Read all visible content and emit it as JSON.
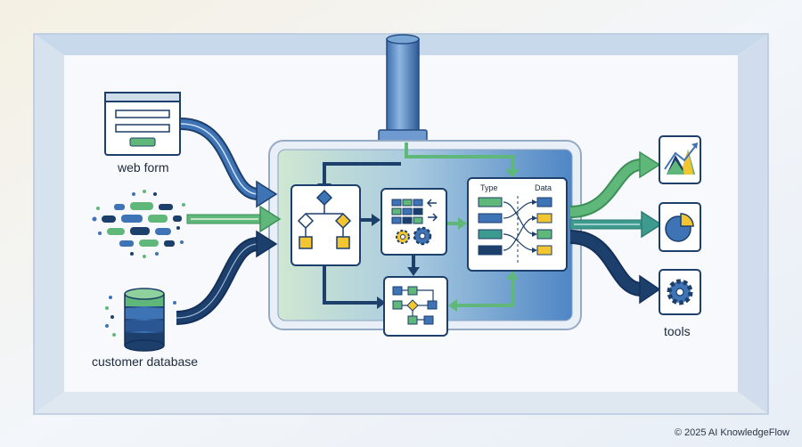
{
  "labels": {
    "web_form": "web form",
    "customer_database": "customer database",
    "tools": "tools",
    "type_header": "Type",
    "data_header": "Data"
  },
  "footer": {
    "copyright": "© 2025 AI KnowledgeFlow"
  },
  "colors": {
    "navy": "#1d3f6b",
    "blue": "#3e73b5",
    "green": "#5fb879",
    "teal": "#3d9a8e",
    "yellow": "#f2c531",
    "panel_green": "#cfe7d2",
    "panel_blue": "#6f9fd6"
  },
  "icons": [
    "web-form-icon",
    "data-stream-icon",
    "database-icon",
    "workflow-icon",
    "gears-icon",
    "mapping-icon",
    "process-flow-icon",
    "chart-icon",
    "pie-chart-icon",
    "gear-icon"
  ]
}
